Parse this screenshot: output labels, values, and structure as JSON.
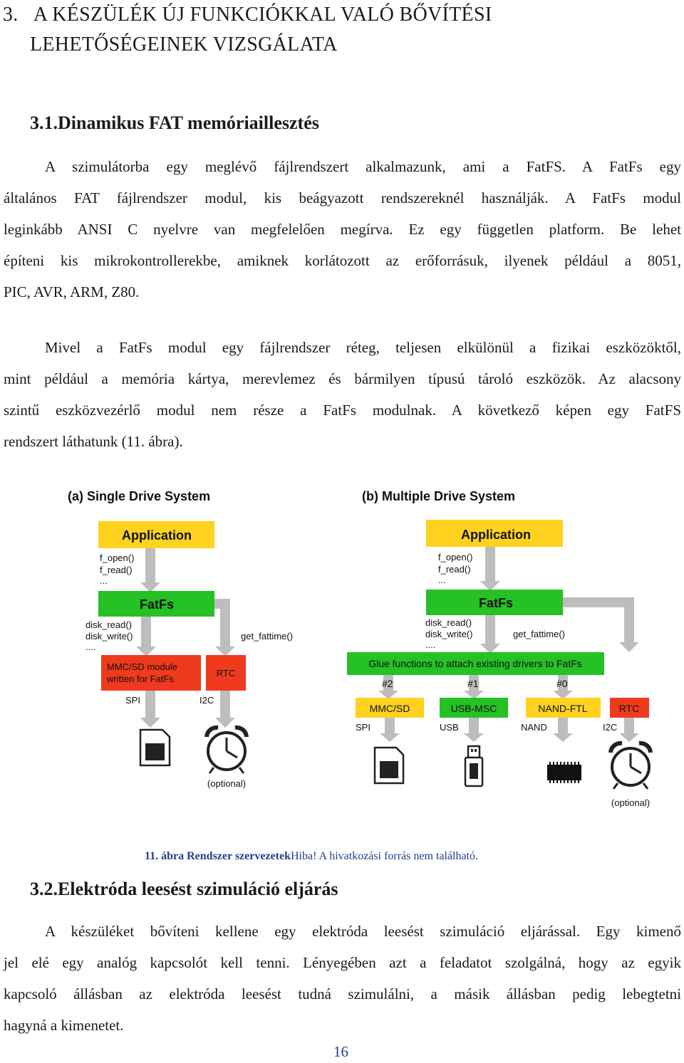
{
  "chapter": {
    "number": "3.",
    "title_line1": "A KÉSZÜLÉK ÚJ FUNKCIÓKKAL VALÓ BŐVÍTÉSI",
    "title_line2": "LEHETŐSÉGEINEK VIZSGÁLATA"
  },
  "section1": {
    "number": "3.1.",
    "title": "Dinamikus FAT memóriaillesztés",
    "para1": [
      "A szimulátorba egy meglévő fájlrendszert alkalmazunk, ami a FatFS. A FatFs egy",
      "általános FAT fájlrendszer modul, kis beágyazott rendszereknél használják. A FatFs modul",
      "leginkább ANSI C nyelvre van megfelelően megírva. Ez egy független platform. Be lehet",
      "építeni kis mikrokontrollerekbe, amiknek korlátozott az erőforrásuk, ilyenek például a 8051,",
      "PIC, AVR, ARM, Z80."
    ],
    "para2": [
      "Mivel a FatFs modul egy fájlrendszer réteg, teljesen elkülönül a fizikai eszközöktől,",
      "mint például a memória kártya, merevlemez és bármilyen típusú tároló eszközök. Az alacsony",
      "szintű eszközvezérlő modul nem része a FatFs modulnak. A következő képen egy FatFS",
      "rendszert láthatunk (11. ábra)."
    ]
  },
  "figure": {
    "a": {
      "title": "(a) Single Drive System",
      "application": "Application",
      "calls_app": [
        "f_open()",
        "f_read()",
        "..."
      ],
      "fatfs": "FatFs",
      "calls_disk": [
        "disk_read()",
        "disk_write()",
        "...."
      ],
      "get_fattime": "get_fattime()",
      "mmc_line1": "MMC/SD module",
      "mmc_line2": "written for FatFs",
      "rtc": "RTC",
      "spi": "SPI",
      "i2c": "I2C",
      "optional": "(optional)"
    },
    "b": {
      "title": "(b) Multiple Drive System",
      "application": "Application",
      "calls_app": [
        "f_open()",
        "f_read()",
        "..."
      ],
      "fatfs": "FatFs",
      "calls_disk": [
        "disk_read()",
        "disk_write()",
        "...."
      ],
      "get_fattime": "get_fattime()",
      "glue": "Glue functions to attach existing drivers to FatFs",
      "drive_nums": [
        "#2",
        "#1",
        "#0"
      ],
      "drivers": [
        "MMC/SD",
        "USB-MSC",
        "NAND-FTL",
        "RTC"
      ],
      "buses": [
        "SPI",
        "USB",
        "NAND",
        "I2C"
      ],
      "optional": "(optional)"
    },
    "caption_label": "11. ábra Rendszer szervezetek",
    "caption_error": "Hiba! A hivatkozási forrás nem található."
  },
  "section2": {
    "number": "3.2.",
    "title": "Elektróda leesést szimuláció eljárás",
    "para": [
      "A készüléket bővíteni kellene egy elektróda leesést szimuláció eljárással. Egy kimenő",
      "jel elé egy analóg kapcsolót kell tenni. Lényegében azt a feladatot szolgálná, hogy az egyik",
      "kapcsoló állásban az elektróda leesést tudná szimulálni, a másik állásban pedig lebegtetni",
      "hagyná a kimenetet."
    ]
  },
  "page_number": "16",
  "colors": {
    "box_yellow": "#ffd21f",
    "box_green": "#25c125",
    "box_red": "#ef3a1e",
    "arrow_gray": "#bdbdbd",
    "caption_blue": "#2a3a8a"
  }
}
